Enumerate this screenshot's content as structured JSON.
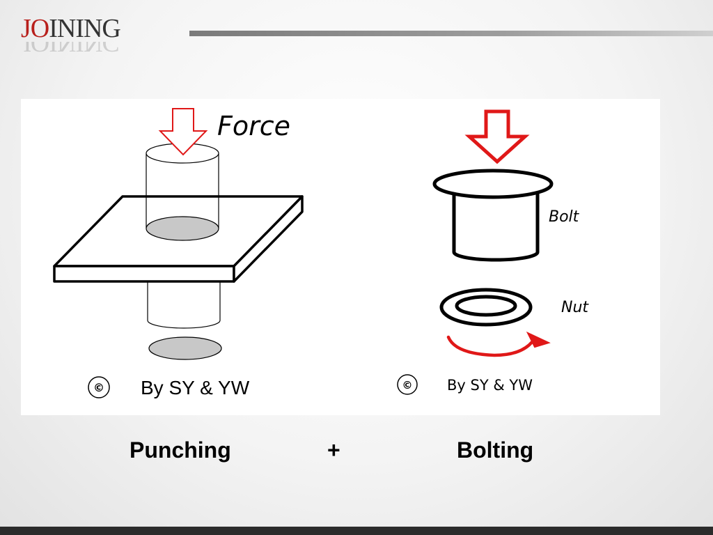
{
  "title": {
    "first": "JO",
    "rest": "INING"
  },
  "diagram": {
    "left": {
      "label_force": "Force",
      "copyright_symbol": "©",
      "credit": "By SY & YW"
    },
    "right": {
      "label_bolt": "Bolt",
      "label_nut": "Nut",
      "copyright_symbol": "©",
      "credit": "By SY & YW"
    }
  },
  "captions": {
    "punching": "Punching",
    "plus": "+",
    "bolting": "Bolting"
  },
  "colors": {
    "accent": "#b8201c",
    "arrow_red": "#e01818",
    "plate_gray": "#c8c8c8"
  }
}
